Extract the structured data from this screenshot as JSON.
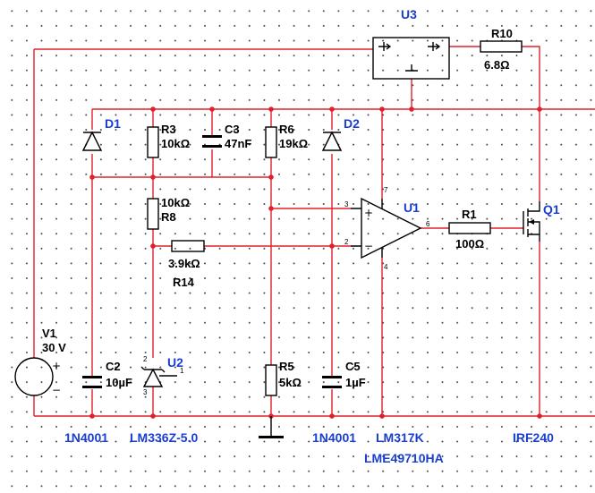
{
  "components": {
    "U3": {
      "ref": "U3"
    },
    "R10": {
      "ref": "R10",
      "value": "6.8Ω"
    },
    "D1": {
      "ref": "D1"
    },
    "R3": {
      "ref": "R3",
      "value": "10kΩ"
    },
    "C3": {
      "ref": "C3",
      "value": "47nF"
    },
    "R6": {
      "ref": "R6",
      "value": "19kΩ"
    },
    "D2": {
      "ref": "D2"
    },
    "R8": {
      "ref": "R8",
      "value": "10kΩ"
    },
    "R14": {
      "ref": "R14",
      "value": "3.9kΩ"
    },
    "U1": {
      "ref": "U1",
      "pins": {
        "in_plus": "3",
        "in_minus": "2",
        "out": "6",
        "vplus": "7",
        "vminus": "4"
      }
    },
    "R1": {
      "ref": "R1",
      "value": "100Ω"
    },
    "Q1": {
      "ref": "Q1"
    },
    "V1": {
      "ref": "V1",
      "value": "30 V"
    },
    "C2": {
      "ref": "C2",
      "value": "10µF"
    },
    "U2": {
      "ref": "U2",
      "pins": {
        "p2": "2",
        "p1": "1",
        "p3": "3"
      }
    },
    "R5": {
      "ref": "R5",
      "value": "5kΩ"
    },
    "C5": {
      "ref": "C5",
      "value": "1µF"
    }
  },
  "part_names": {
    "d1": "1N4001",
    "u2": "LM336Z-5.0",
    "d2": "1N4001",
    "u3": "LM317K",
    "q1": "IRF240",
    "u1": "LME49710HA"
  },
  "colors": {
    "wire": "#e0202a",
    "component": "#000000",
    "reference": "#1a3fd0",
    "grid_dot": "#4a4a4a"
  }
}
